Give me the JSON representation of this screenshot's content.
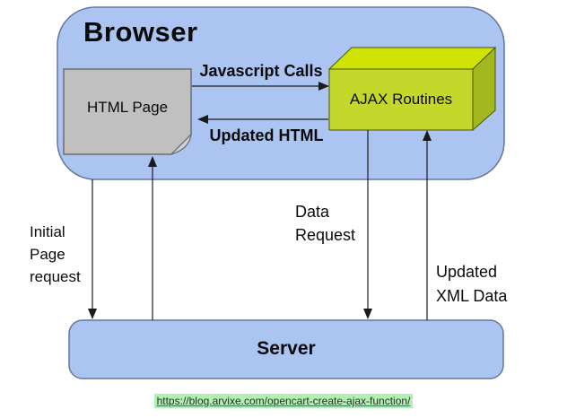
{
  "diagram": {
    "browser": {
      "label": "Browser"
    },
    "server": {
      "label": "Server"
    },
    "nodes": {
      "html_page": {
        "label": "HTML Page"
      },
      "ajax_routines": {
        "label": "AJAX Routines"
      }
    },
    "arrows": {
      "javascript_calls": {
        "label": "Javascript Calls",
        "direction": "html_page → ajax_routines"
      },
      "updated_html": {
        "label": "Updated HTML",
        "direction": "ajax_routines → html_page"
      },
      "initial_page_request": {
        "label": "Initial\nPage\nrequest",
        "direction": "browser → server"
      },
      "page_response": {
        "label": "",
        "direction": "server → html_page"
      },
      "data_request": {
        "label": "Data\nRequest",
        "direction": "ajax_routines → server"
      },
      "updated_xml_data": {
        "label": "Updated\nXML Data",
        "direction": "server → ajax_routines"
      }
    },
    "source_link": {
      "label": "https://blog.arvixe.com/opencart-create-ajax-function/"
    },
    "colors": {
      "container_fill": "#abc4f2",
      "container_border": "#66759b",
      "html_page_fill": "#c0c0c0",
      "html_page_fold_fill": "#d2d2d2",
      "html_page_border": "#6e6e6e",
      "ajax_front": "#c3d82b",
      "ajax_top": "#cfe405",
      "ajax_side": "#a2b81e",
      "ajax_border": "#4a5505",
      "arrow_color": "#1a1a1a",
      "link_highlight": "#b2f0b2"
    }
  }
}
